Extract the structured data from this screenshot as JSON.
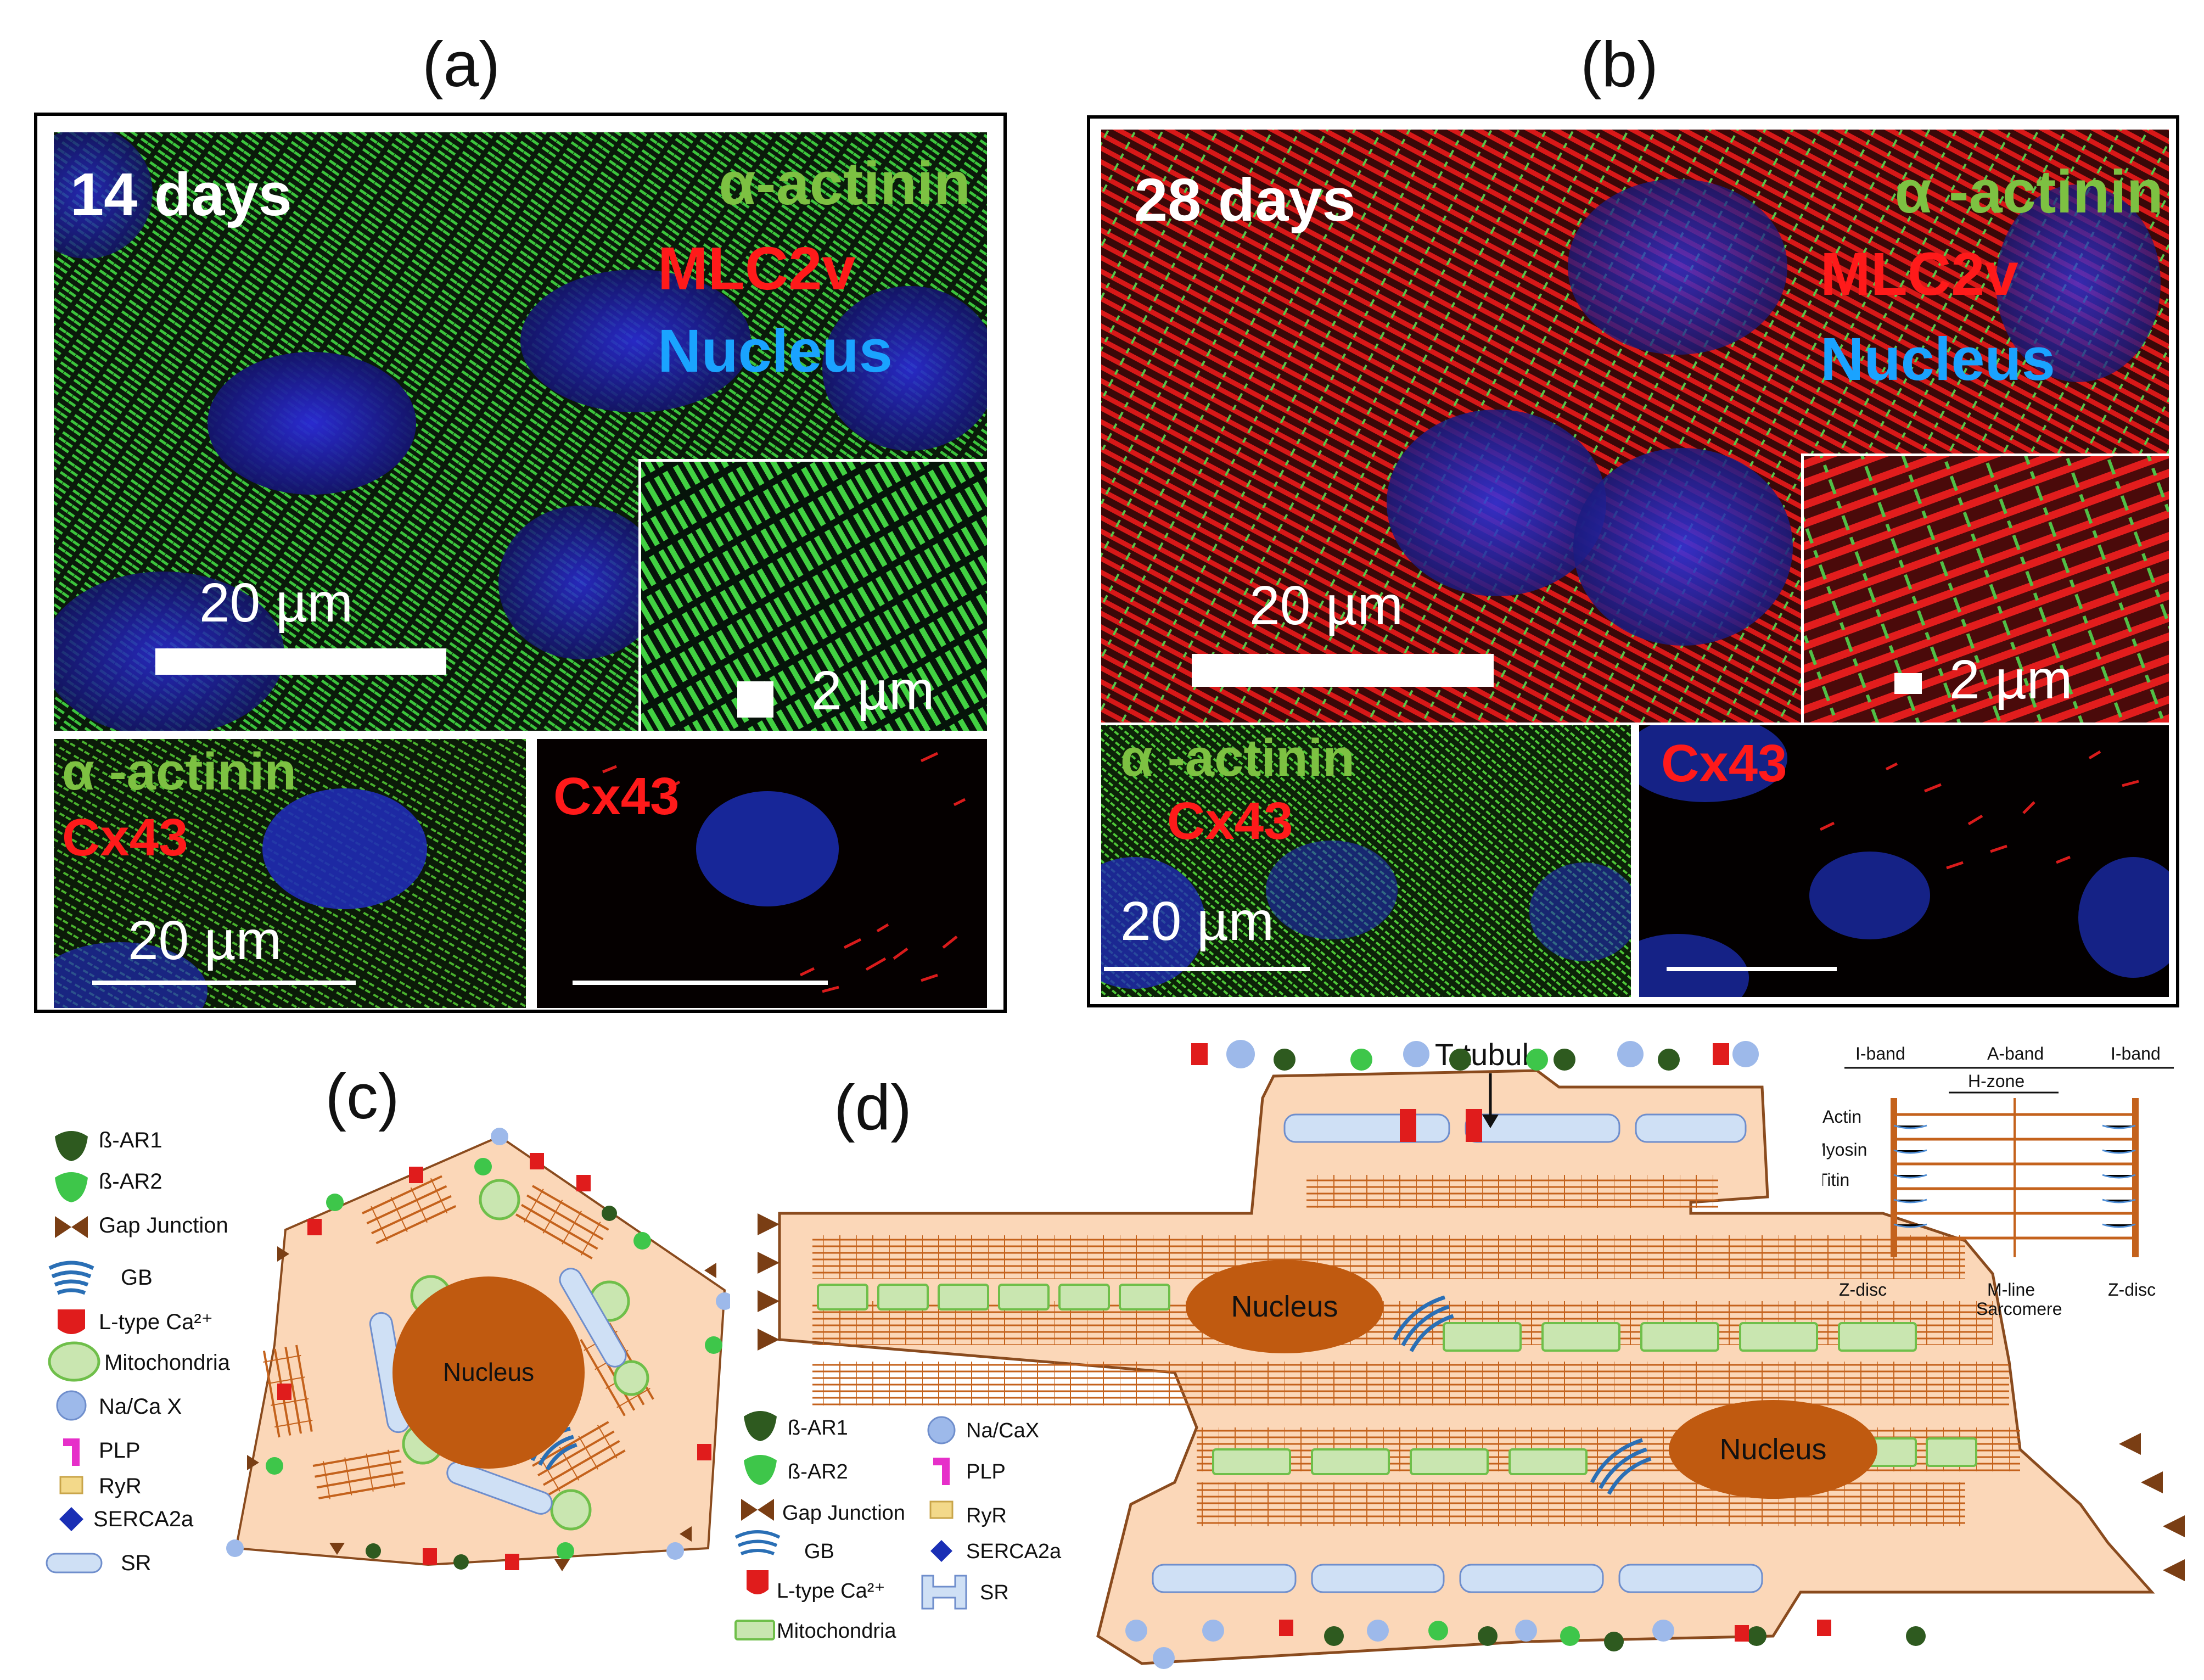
{
  "panels": {
    "a": {
      "letter": "(a)",
      "main": {
        "time": "14 days",
        "stain1": "α-actinin",
        "stain2": "MLC2v",
        "stain3": "Nucleus",
        "scale": "20 µm",
        "inset_scale": "2 µm"
      },
      "sub_left": {
        "stain1": "α -actinin",
        "stain2": "Cx43",
        "scale": "20 µm"
      },
      "sub_right": {
        "stain1": "Cx43"
      }
    },
    "b": {
      "letter": "(b)",
      "main": {
        "time": "28 days",
        "stain1": "α -actinin",
        "stain2": "MLC2v",
        "stain3": "Nucleus",
        "scale": "20 µm",
        "inset_scale": "2 µm"
      },
      "sub_left": {
        "stain1": "α -actinin",
        "stain2": "Cx43",
        "scale": "20 µm"
      },
      "sub_right": {
        "stain1": "Cx43"
      }
    },
    "c": {
      "letter": "(c)",
      "nucleus": "Nucleus",
      "legend": [
        "ß-AR1",
        "ß-AR2",
        "Gap Junction",
        "GB",
        "L-type Ca²⁺",
        "Mitochondria",
        "Na/Ca X",
        "PLP",
        "RyR",
        "SERCA2a",
        "SR"
      ]
    },
    "d": {
      "letter": "(d)",
      "nucleus1": "Nucleus",
      "nucleus2": "Nucleus",
      "ttubule": "T-tubule",
      "legend_left": [
        "ß-AR1",
        "ß-AR2",
        "Gap Junction",
        "GB",
        "L-type Ca²⁺",
        "Mitochondria"
      ],
      "legend_right": [
        "Na/CaX",
        "PLP",
        "RyR",
        "SERCA2a",
        "SR"
      ],
      "sarcomere": {
        "iband_left": "I-band",
        "aband": "A-band",
        "iband_right": "I-band",
        "hzone": "H-zone",
        "actin": "Actin",
        "myosin": "Myosin",
        "titin": "Titin",
        "zdisc_left": "Z-disc",
        "mline": "M-line",
        "sarcomere": "Sarcomere",
        "zdisc_right": "Z-disc"
      }
    }
  },
  "colors": {
    "stain_green": "#7dc142",
    "stain_red": "#ff1a1a",
    "stain_blue": "#1aa3ff",
    "cell_fill": "#fbd7b8",
    "cell_stroke": "#8a4b1e",
    "nucleus": "#c05a10",
    "sarcomere_line": "#c4621c"
  }
}
